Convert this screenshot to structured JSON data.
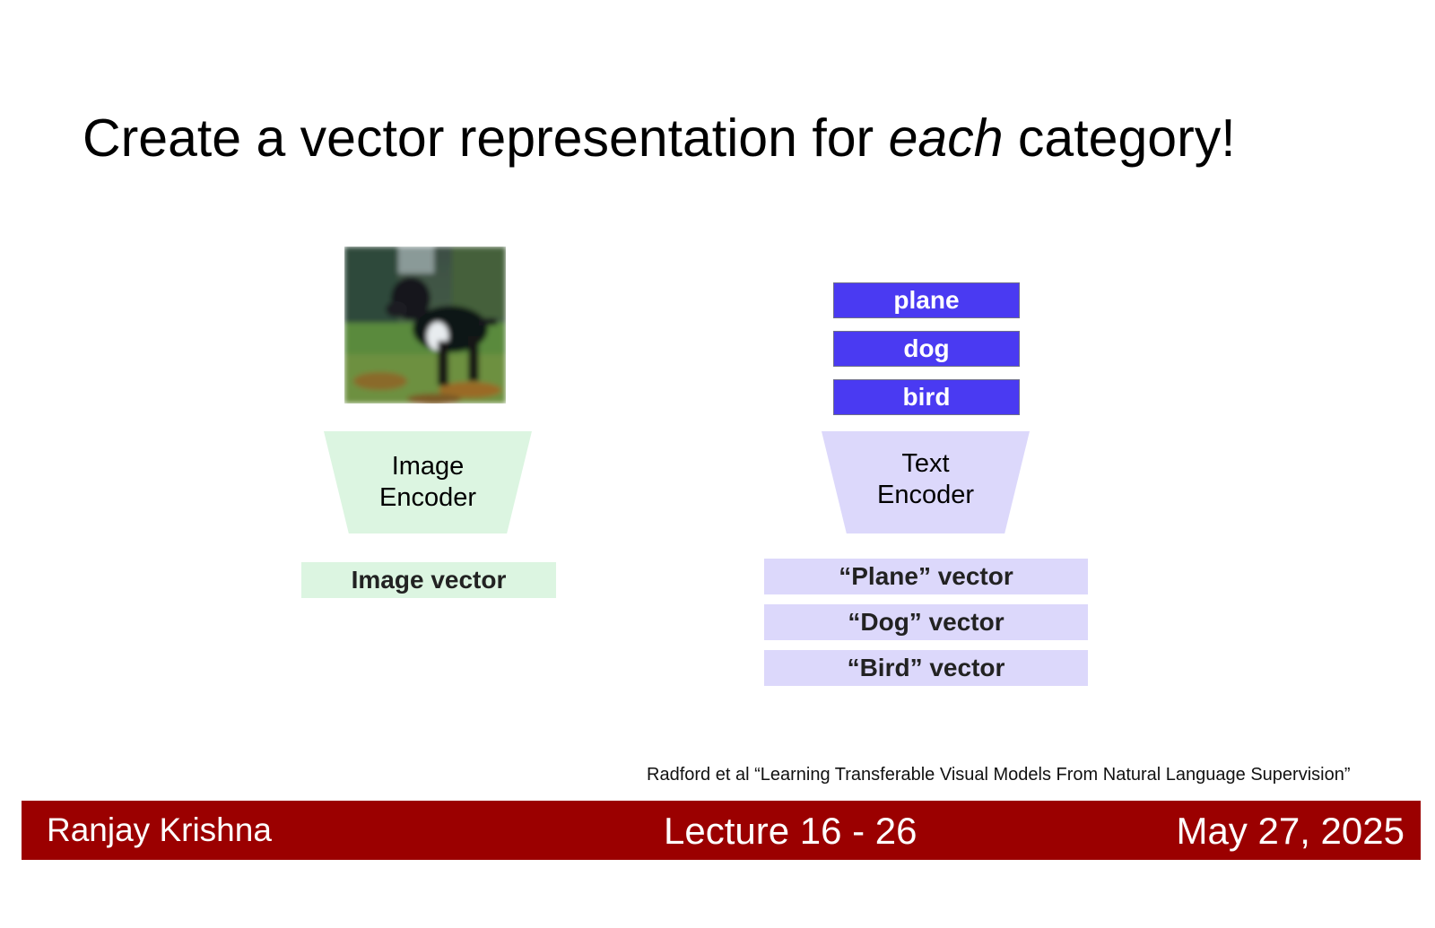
{
  "slide": {
    "title_before": "Create a vector representation for ",
    "title_emphasis": "each",
    "title_after": " category!"
  },
  "image_branch": {
    "encoder_line1": "Image",
    "encoder_line2": "Encoder",
    "vector_label": "Image vector"
  },
  "text_branch": {
    "categories": [
      "plane",
      "dog",
      "bird"
    ],
    "encoder_line1": "Text",
    "encoder_line2": "Encoder",
    "vectors": [
      "“Plane” vector",
      "“Dog” vector",
      "“Bird” vector"
    ]
  },
  "citation": "Radford et al “Learning Transferable Visual Models From Natural Language Supervision”",
  "footer": {
    "author": "Ranjay Krishna",
    "lecture": "Lecture 16 -  26",
    "date": "May 27, 2025"
  },
  "colors": {
    "image_branch": "#dcf5e1",
    "text_encoder": "#dcd8fb",
    "category_box": "#4a3af2",
    "footer_bar": "#9b0000"
  }
}
